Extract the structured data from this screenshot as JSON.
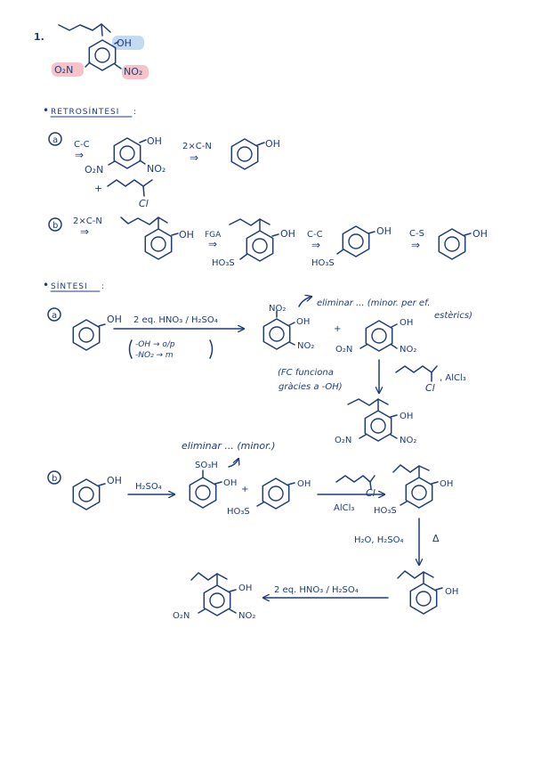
{
  "problem_number": "1.",
  "target": {
    "oh": "OH",
    "no2_left": "O₂N",
    "no2_right": "NO₂"
  },
  "retro": {
    "heading": "RETROSÍNTESI",
    "heading_colon": ":",
    "route_a": {
      "label": "a",
      "step1": "C-C",
      "step2": "2×C-N",
      "intermediate": {
        "oh": "OH",
        "no2_left": "O₂N",
        "no2_right": "NO₂"
      },
      "plus": "+",
      "reagent_cl": "Cl",
      "product_oh": "OH"
    },
    "route_b": {
      "label": "b",
      "step1": "2×C-N",
      "step2": "FGA",
      "step3": "C-C",
      "step4": "C-S",
      "int1_oh": "OH",
      "int2_oh": "OH",
      "int2_so3h": "HO₃S",
      "int3_oh": "OH",
      "int3_so3h": "HO₃S",
      "product_oh": "OH"
    }
  },
  "synth": {
    "heading": "SÍNTESI",
    "heading_colon": ":",
    "route_a": {
      "label": "a",
      "start_oh": "OH",
      "reagent": "2 eq. HNO₃ / H₂SO₄",
      "director1": "-OH → o/p",
      "director2": "-NO₂ → m",
      "ortho_no2_top": "NO₂",
      "ortho_oh": "OH",
      "ortho_no2_right": "NO₂",
      "remove_note": "eliminar ... (minor. per ef.",
      "remove_note2": "estèrics)",
      "plus": "+",
      "para_oh": "OH",
      "para_no2_left": "O₂N",
      "para_no2_right": "NO₂",
      "fc_note1": "(FC funciona",
      "fc_note2": "gràcies a -OH)",
      "fc_reagent_cl": "Cl",
      "fc_catalyst": ", AlCl₃",
      "product_oh": "OH",
      "product_no2_left": "O₂N",
      "product_no2_right": "NO₂"
    },
    "route_b": {
      "label": "b",
      "start_oh": "OH",
      "reagent1": "H₂SO₄",
      "remove_note": "eliminar ... (minor.)",
      "ortho_so3h": "SO₃H",
      "ortho_oh": "OH",
      "plus": "+",
      "para_oh": "OH",
      "para_so3h": "HO₃S",
      "fc_reagent_cl": "Cl",
      "fc_catalyst": "AlCl₃",
      "alkyl_oh": "OH",
      "alkyl_so3h": "HO₃S",
      "desulf_reagent": "H₂O, H₂SO₄",
      "desulf_heat": "Δ",
      "desulf_oh": "OH",
      "nitration_reagent": "2 eq. HNO₃ / H₂SO₄",
      "final_oh": "OH",
      "final_no2_left": "O₂N",
      "final_no2_right": "NO₂"
    }
  },
  "colors": {
    "ink": "#1e3c78",
    "highlight_blue": "#b9d3f0",
    "highlight_red": "#f4b8c0"
  }
}
